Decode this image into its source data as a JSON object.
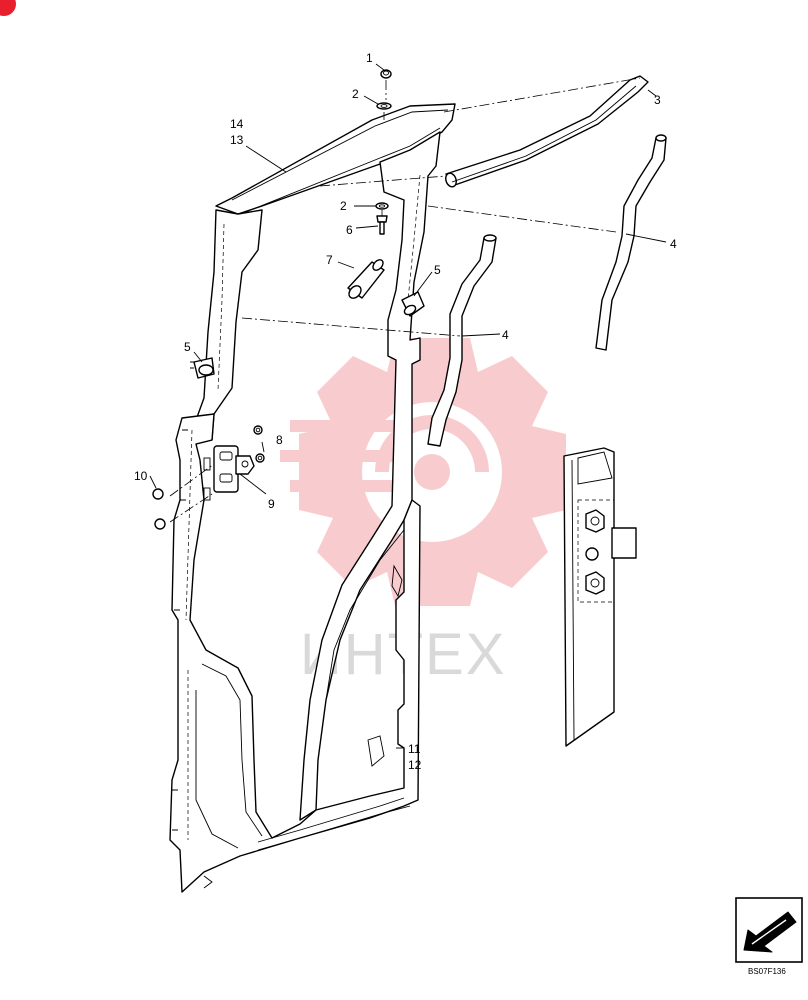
{
  "diagram": {
    "callouts": {
      "c1": "1",
      "c2a": "2",
      "c2b": "2",
      "c3": "3",
      "c4a": "4",
      "c4b": "4",
      "c5a": "5",
      "c5b": "5",
      "c6": "6",
      "c7": "7",
      "c8": "8",
      "c9": "9",
      "c10": "10",
      "c11": "11",
      "c12": "12",
      "c13": "13",
      "c14": "14"
    },
    "drawing_code": "BS07F136",
    "watermark_text": "ИНТЕХ",
    "colors": {
      "line": "#000000",
      "watermark": "#f4a3a8",
      "watermark_text": "#d9d9d9",
      "corner_badge": "#e8202e"
    }
  }
}
